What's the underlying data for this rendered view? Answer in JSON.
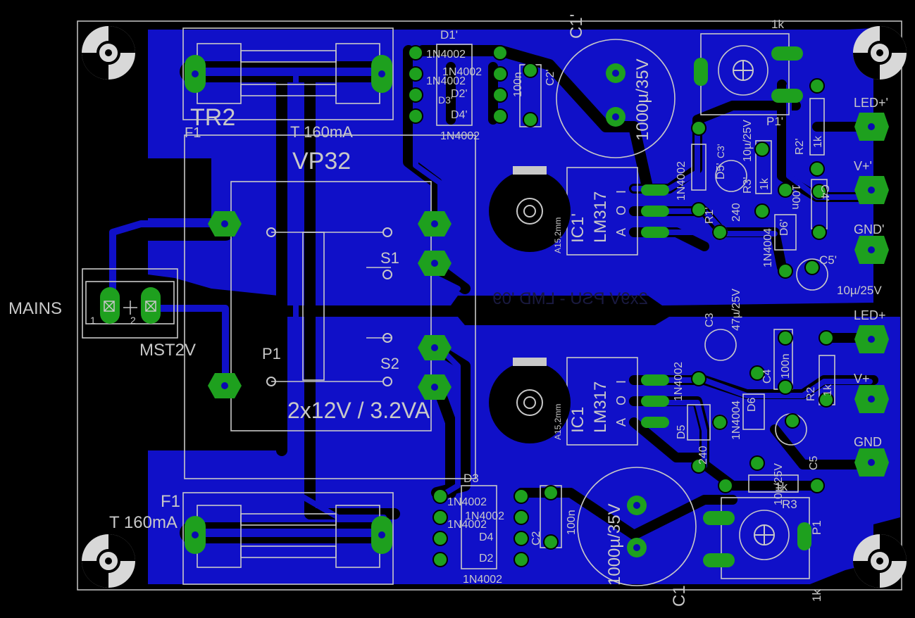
{
  "board": {
    "title": "2x9V PSU - LMD '09",
    "transformer": {
      "name": "VP32",
      "rating": "2x12V / 3.2VA"
    },
    "connector": {
      "label": "MAINS",
      "part": "MST2V",
      "pin1": "1",
      "pin2": "2"
    }
  },
  "labels": {
    "TR2": "TR2",
    "F1_top": "F1",
    "fuse_top": "T 160mA",
    "F1": "F1",
    "fuse_bot": "T 160mA",
    "S1": "S1",
    "S2": "S2",
    "P1_tr": "P1",
    "D1p": "D1'",
    "D2p": "D2'",
    "D3p": "D3'",
    "D4p": "D4'",
    "D3": "D3",
    "D4": "D4",
    "D2": "D2",
    "diode_top_a": "1N4002",
    "diode_top_b": "1N4002",
    "diode_top_c": "1N4002",
    "diode_top_d": "1N4002",
    "diode_bot_a": "1N4002",
    "diode_bot_b": "1N4002",
    "diode_bot_c": "1N4002",
    "diode_bot_d": "1N4002",
    "C1p": "C1'",
    "C1p_val": "1000µ/35V",
    "C2p": "C2'",
    "C2p_val": "100n",
    "C1": "C1",
    "C1_val": "1000µ/35V",
    "C2": "C2",
    "C2_val": "100n",
    "IC1p": "IC1'",
    "IC1p_type": "LM317",
    "IC1": "IC1",
    "IC1_type": "LM317",
    "hs_top": "A15,2mm",
    "hs_bot": "A15,2mm",
    "pin_I": "I",
    "pin_O": "O",
    "pin_A": "A",
    "pot_top": "1k",
    "P1p": "P1'",
    "pot_bot": "1k",
    "P1": "P1",
    "R1p": "R1'",
    "R1p_val": "240",
    "R2p": "R2'",
    "R2p_val": "1k",
    "R3p": "R3'",
    "R3p_val": "1k",
    "D5p": "D5'",
    "D5p_val": "1N4002",
    "D6p": "D6'",
    "D6p_val": "1N4004",
    "C3p": "C3'",
    "C3p_val": "10µ/25V",
    "C4p": "C4'",
    "C4p_val": "100n",
    "C5p": "C5'",
    "C5p_val": "10µ/25V",
    "C3": "C3",
    "C3_val": "47µ/25V",
    "C4": "C4",
    "C4_val": "100n",
    "D5": "D5",
    "D5_val": "1N4002",
    "D6": "D6",
    "D6_val": "1N4004",
    "R1_val": "240",
    "R2": "R2",
    "R2_val": "1k",
    "R3": "R3",
    "R3_val": "1k",
    "C5": "C5",
    "C5_val": "10µ/25V",
    "LEDp": "LED+'",
    "Vp": "V+'",
    "GNDp": "GND'",
    "LED": "LED+",
    "V": "V+",
    "GND": "GND"
  },
  "colors": {
    "background": "#000000",
    "copper": "#1010c8",
    "pad": "#1ea01e",
    "silk": "#c8c8c8",
    "hole": "#0000c0",
    "drill": "#d0d0d0"
  }
}
